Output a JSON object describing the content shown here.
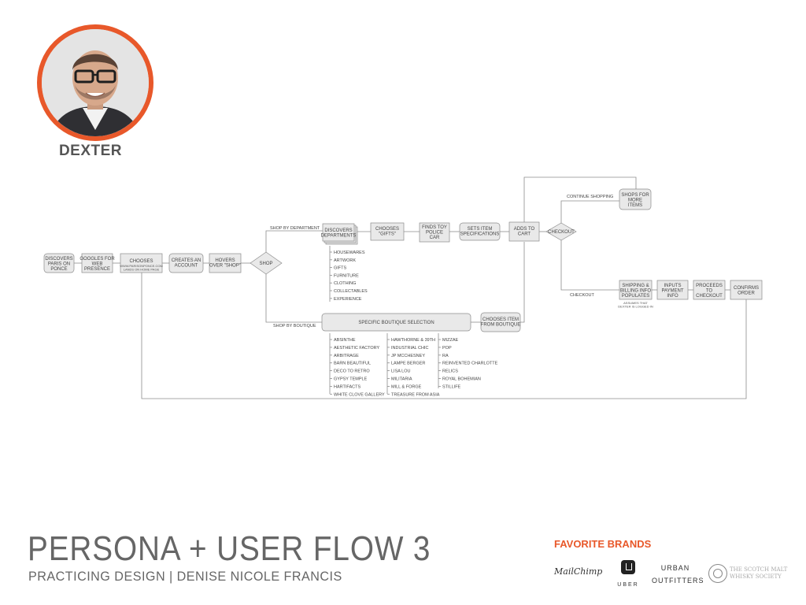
{
  "persona": {
    "name": "DEXTER"
  },
  "flow": {
    "nodes": {
      "discovers_paris": "DISCOVERS|PARIS ON|PONCE",
      "googles": "GOOGLES FOR|WEB|PRESENCE",
      "chooses": "CHOOSES",
      "chooses_sub": "WWW.PARISONPONCE.COM|LANDS ON HOME PAGE",
      "creates_account": "CREATES AN|ACCOUNT",
      "hovers_shop": "HOVERS|OVER \"SHOP\"",
      "shop": "SHOP",
      "discovers_departments": "DISCOVERS|DEPARTMENTS",
      "chooses_gifts": "CHOOSES|\"GIFTS\"",
      "finds_toy": "FINDS TOY|POLICE|CAR",
      "sets_item": "SETS ITEM|SPECIFICATIONS",
      "adds_to_cart": "ADDS TO|CART",
      "checkout_decision": "CHECKOUT",
      "shops_more": "SHOPS FOR|MORE|ITEMS",
      "specific_boutique": "SPECIFIC BOUTIQUE SELECTION",
      "chooses_item_boutique": "CHOOSES ITEM|FROM BOUTIQUE",
      "shipping_billing": "SHIPPING &|BILLING INFO|POPULATES",
      "inputs_payment": "INPUTS|PAYMENT|INFO",
      "proceeds_checkout": "PROCEEDS|TO|CHECKOUT",
      "confirms_order": "CONFIRMS|ORDER"
    },
    "edge_labels": {
      "shop_by_department": "SHOP BY DEPARTMENT",
      "shop_by_boutique": "SHOP BY BOUTIQUE",
      "continue_shopping": "CONTINUE SHOPPING",
      "checkout": "CHECKOUT"
    },
    "note_logged_in": "ASSUMES THAT|DEXTER IS LOGGED IN",
    "departments": [
      "HOUSEWARES",
      "ARTWORK",
      "GIFTS",
      "FURNITURE",
      "CLOTHING",
      "COLLECTABLES",
      "EXPERIENCE"
    ],
    "boutiques_col1": [
      "ABSINTHE",
      "AESTHETIC FACTORY",
      "ARBITRAGE",
      "BARN BEAUTIFUL",
      "DECO TO RETRO",
      "GYPSY TEMPLE",
      "HARTIFACTS",
      "WHITE CLOVE GALLERY"
    ],
    "boutiques_col2": [
      "HAWTHORNE & 39TH",
      "INDUSTRIAL CHIC",
      "JP MCCHESNEY",
      "LAMPE BERGER",
      "LISA LOU",
      "MILITARIA",
      "MILL & FORGE",
      "TREASURE FROM ASIA"
    ],
    "boutiques_col3": [
      "MIZZAE",
      "POP",
      "RA",
      "REINVENTED CHARLOTTE",
      "RELICS",
      "ROYAL BOHEMIAN",
      "STILLIFE"
    ]
  },
  "footer": {
    "title": "PERSONA + USER FLOW 3",
    "subtitle": "PRACTICING DESIGN | DENISE NICOLE FRANCIS"
  },
  "brands": {
    "heading": "FAVORITE BRANDS",
    "mailchimp": "MailChimp",
    "uber": "UBER",
    "urban_outfitters": "URBAN OUTFITTERS",
    "scotch": "THE SCOTCH MALT|WHISKY SOCIETY"
  },
  "colors": {
    "accent": "#e8582a",
    "node_fill": "#e9e9e9",
    "node_stroke": "#8c8c8c"
  },
  "icons": {
    "avatar": "person-photo"
  }
}
